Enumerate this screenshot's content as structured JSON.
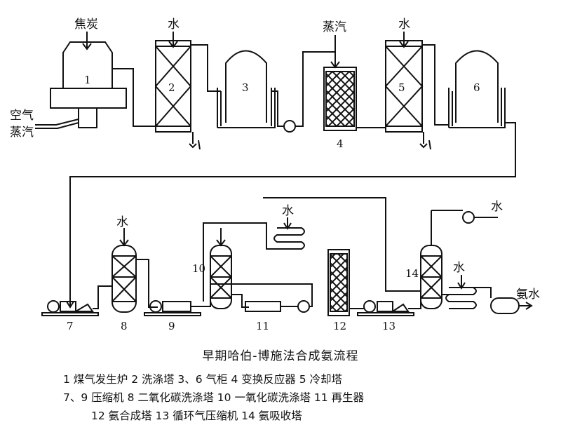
{
  "diagram": {
    "inputs": {
      "coke": "焦炭",
      "air": "空气",
      "steam_gen": "蒸汽",
      "steam_shift": "蒸汽",
      "water_2": "水",
      "water_5": "水",
      "water_8": "水",
      "water_cooler": "水",
      "water_pump": "水",
      "water_14": "水",
      "ammonia_water": "氨水"
    },
    "units": {
      "u1": "1",
      "u2": "2",
      "u3": "3",
      "u4": "4",
      "u5": "5",
      "u6": "6",
      "u7": "7",
      "u8": "8",
      "u9": "9",
      "u10": "10",
      "u11": "11",
      "u12": "12",
      "u13": "13",
      "u14": "14"
    }
  },
  "caption": {
    "title": "早期哈伯-博施法合成氨流程",
    "legend_lines": [
      "1  煤气发生炉   2  洗涤塔   3、6  气柜   4  变换反应器   5  冷却塔",
      "7、9  压缩机   8  二氧化碳洗涤塔   10  一氧化碳洗涤塔   11  再生器",
      "12  氨合成塔   13  循环气压缩机   14  氨吸收塔"
    ]
  }
}
